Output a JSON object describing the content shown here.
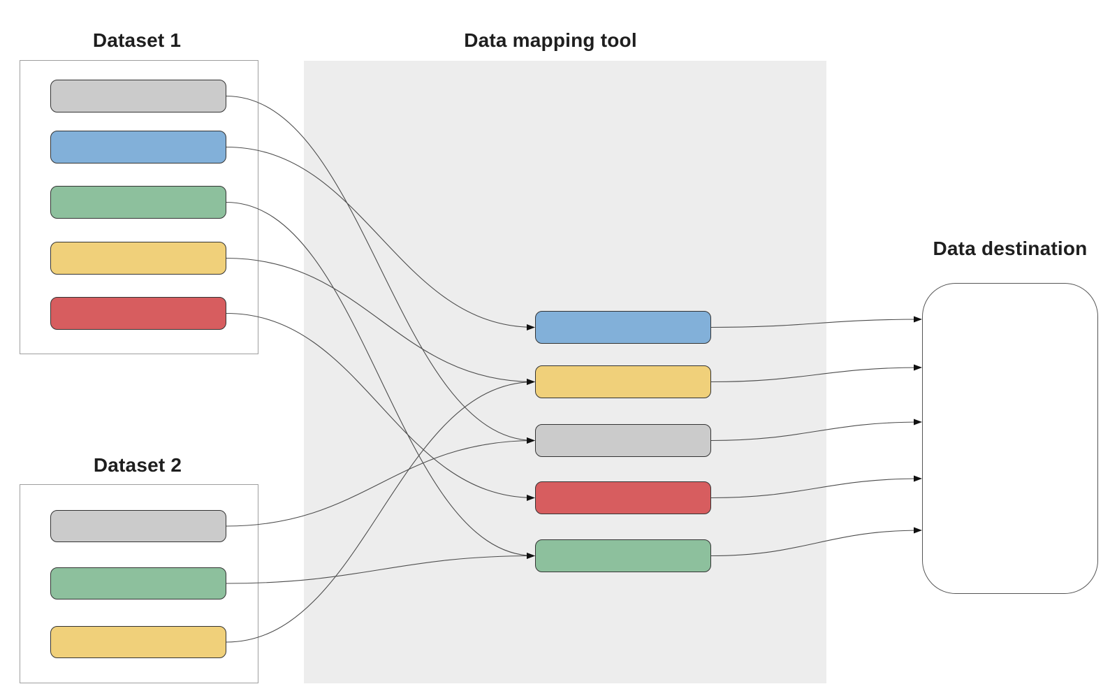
{
  "dataset1": {
    "title": "Dataset 1",
    "fields": [
      {
        "id": "d1-gray",
        "color": "gray"
      },
      {
        "id": "d1-blue",
        "color": "blue"
      },
      {
        "id": "d1-green",
        "color": "green"
      },
      {
        "id": "d1-yellow",
        "color": "yellow"
      },
      {
        "id": "d1-red",
        "color": "red"
      }
    ]
  },
  "dataset2": {
    "title": "Dataset 2",
    "fields": [
      {
        "id": "d2-gray",
        "color": "gray"
      },
      {
        "id": "d2-green",
        "color": "green"
      },
      {
        "id": "d2-yellow",
        "color": "yellow"
      }
    ]
  },
  "mapping_tool": {
    "title": "Data mapping tool",
    "fields": [
      {
        "id": "map-blue",
        "color": "blue"
      },
      {
        "id": "map-yellow",
        "color": "yellow"
      },
      {
        "id": "map-gray",
        "color": "gray"
      },
      {
        "id": "map-red",
        "color": "red"
      },
      {
        "id": "map-green",
        "color": "green"
      }
    ]
  },
  "destination": {
    "title": "Data destination"
  },
  "mappings": [
    {
      "from": "d1-gray",
      "to": "map-gray"
    },
    {
      "from": "d1-blue",
      "to": "map-blue"
    },
    {
      "from": "d1-green",
      "to": "map-green"
    },
    {
      "from": "d1-yellow",
      "to": "map-yellow"
    },
    {
      "from": "d1-red",
      "to": "map-red"
    },
    {
      "from": "d2-gray",
      "to": "map-gray"
    },
    {
      "from": "d2-green",
      "to": "map-green"
    },
    {
      "from": "d2-yellow",
      "to": "map-yellow"
    }
  ],
  "destination_links": [
    "map-blue",
    "map-yellow",
    "map-gray",
    "map-red",
    "map-green"
  ],
  "colors": {
    "palette": {
      "gray": "#cbcbcb",
      "blue": "#82b0d9",
      "green": "#8dc09d",
      "yellow": "#f0d07a",
      "red": "#d75d5f"
    },
    "field_border": "#333333",
    "panel_bg": "#ededed",
    "dataset_border": "#9e9e9e",
    "destination_border": "#555555",
    "connector": "#4c4c4c",
    "arrowhead": "#111111",
    "text": "#1e1e1e"
  }
}
